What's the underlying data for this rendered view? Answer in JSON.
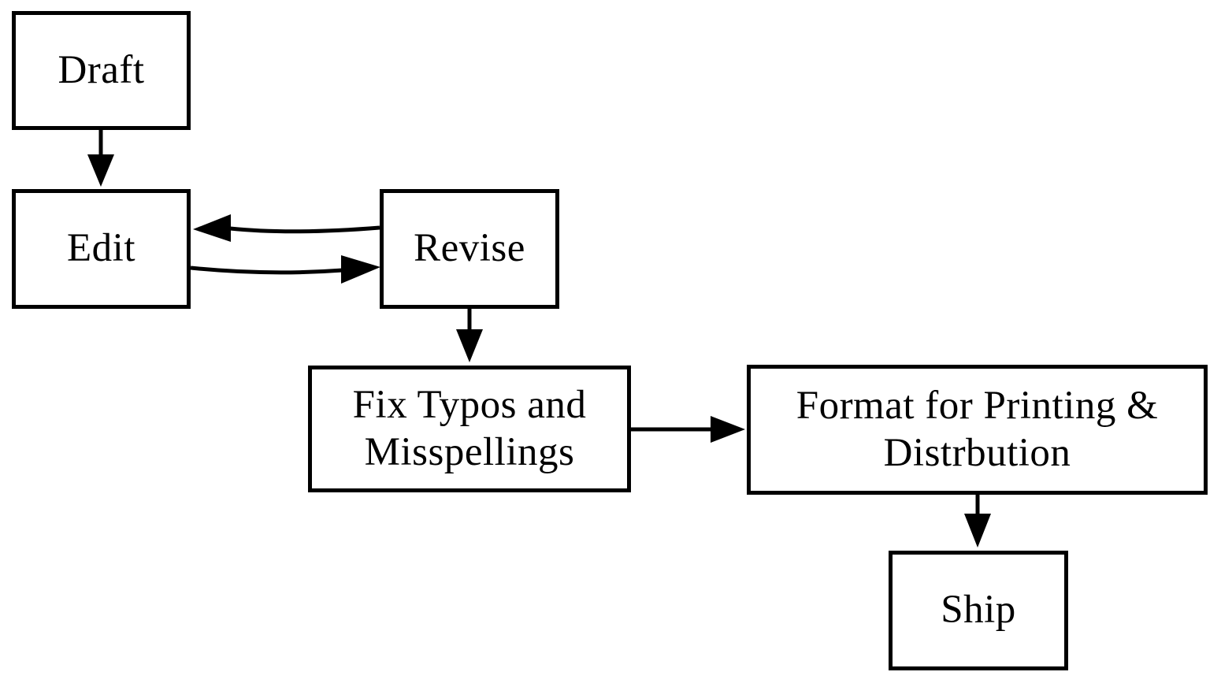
{
  "diagram": {
    "title": "Publishing workflow flowchart",
    "type": "flowchart",
    "background_color": "#ffffff",
    "stroke_color": "#000000",
    "text_color": "#000000",
    "nodes": [
      {
        "id": "draft",
        "label": "Draft"
      },
      {
        "id": "edit",
        "label": "Edit"
      },
      {
        "id": "revise",
        "label": "Revise"
      },
      {
        "id": "fix_typos",
        "label": "Fix Typos and Misspellings",
        "lines": [
          "Fix Typos and",
          "Misspellings"
        ]
      },
      {
        "id": "format",
        "label": "Format for Printing & Distrbution",
        "lines": [
          "Format for Printing &",
          "Distrbution"
        ]
      },
      {
        "id": "ship",
        "label": "Ship"
      }
    ],
    "edges": [
      {
        "from": "draft",
        "to": "edit",
        "style": "straight-down"
      },
      {
        "from": "edit",
        "to": "revise",
        "style": "curved-right"
      },
      {
        "from": "revise",
        "to": "edit",
        "style": "curved-left"
      },
      {
        "from": "revise",
        "to": "fix_typos",
        "style": "straight-down"
      },
      {
        "from": "fix_typos",
        "to": "format",
        "style": "straight-right"
      },
      {
        "from": "format",
        "to": "ship",
        "style": "straight-down"
      }
    ]
  }
}
